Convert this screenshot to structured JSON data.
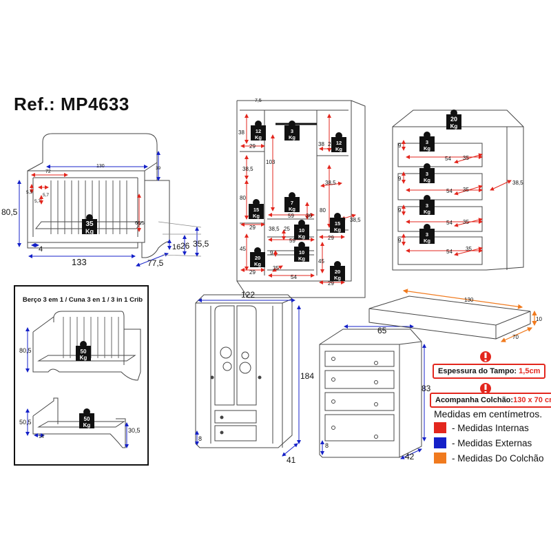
{
  "ref_title": "Ref.: MP4633",
  "crib_box_title": "Berço 3 em 1 / Cuna 3 en 1 / 3 in 1 Crib",
  "weights": {
    "w35": "35",
    "w20": "20",
    "w12": "12",
    "w15": "15",
    "w10": "10",
    "w7": "7",
    "w3": "3",
    "w50": "50",
    "kg": "Kg"
  },
  "crib_dims": {
    "width": "133",
    "height": "80,5",
    "depth": "77,5",
    "inner_w": "130",
    "inner_d": "72",
    "rail": "39",
    "side_h": "66,5",
    "a": "5,5",
    "b": "5,7",
    "c": "5,7",
    "h26": "26",
    "h35": "35,5",
    "h16": "16",
    "base": "4"
  },
  "wardrobe_dims": {
    "top": "7,5",
    "d38a": "38",
    "d29a": "29",
    "d38_5a": "38,5",
    "d80a": "80",
    "d29b": "29",
    "d45a": "45",
    "d29c": "29",
    "d103": "103",
    "d59a": "59",
    "d36": "36",
    "d38_5b": "38,5",
    "d25": "25",
    "d59b": "59",
    "d9": "9",
    "d35": "35",
    "d54": "54",
    "d38b": "38",
    "d29d": "29",
    "d38_5c": "38,5",
    "d80b": "80",
    "d29e": "29",
    "d45b": "45",
    "d29f": "29",
    "d38_5d": "38,5"
  },
  "dresser_dims": {
    "r1_9": "9",
    "r1_54": "54",
    "r1_35": "35",
    "r2_9": "9",
    "r2_54": "54",
    "r2_35": "35",
    "r3_9": "9",
    "r3_54": "54",
    "r3_35": "35",
    "r4_9": "9",
    "r4_54": "54",
    "r4_35": "35",
    "depth": "38,5"
  },
  "ext_dims": {
    "ward_w": "122",
    "ward_h": "184",
    "ward_d": "41",
    "ward_f": "8",
    "dres_w": "65",
    "dres_h": "83",
    "dres_d": "42",
    "dres_f": "8"
  },
  "mattress_dims": {
    "len": "130",
    "wid": "70",
    "thk": "10"
  },
  "small_crib": {
    "h1": "80,5",
    "h2": "50,5",
    "h3": "30,5",
    "h4": "14"
  },
  "notes": {
    "tampo_label": "Espessura do Tampo: ",
    "tampo_value": "1,5cm",
    "colchao_label": "Acompanha Colchão:",
    "colchao_value": "130 x 70 cm"
  },
  "measures_title": "Medidas em centímetros.",
  "legend": [
    {
      "label": "- Medidas Internas",
      "color": "#e3261d"
    },
    {
      "label": "- Medidas Externas",
      "color": "#1420c8"
    },
    {
      "label": "- Medidas Do Colchão",
      "color": "#f07a1e"
    }
  ],
  "colors": {
    "internal": "#e3261d",
    "external": "#1420c8",
    "mattress": "#f07a1e",
    "line": "#333333"
  }
}
